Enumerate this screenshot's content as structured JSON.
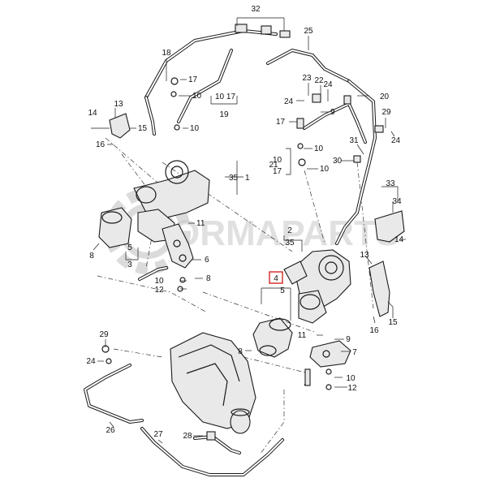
{
  "watermark": {
    "text": "ORMAPARTS"
  },
  "callouts": {
    "c32": "32",
    "c25": "25",
    "c18": "18",
    "c17a": "17",
    "c10a": "10",
    "c10_17": "10  17",
    "c19": "19",
    "c14a": "14",
    "c13a": "13",
    "c15a": "15",
    "c16a": "16",
    "c10b": "10",
    "c23": "23",
    "c22": "22",
    "c24a": "24",
    "c24b": "24",
    "c9a": "9",
    "c20": "20",
    "c29a": "29",
    "c24c": "24",
    "c17b": "17",
    "c10c": "10",
    "c21": "21",
    "c10d": "10",
    "c17c": "17",
    "c10e": "10",
    "c31": "31",
    "c30": "30",
    "c35a": "35",
    "c1": "1",
    "c11a": "11",
    "c2": "2",
    "c35b": "35",
    "c33": "33",
    "c34": "34",
    "c14b": "14",
    "c8a": "8",
    "c5a": "5",
    "c3": "3",
    "c6": "6",
    "c10f": "10",
    "c12a": "12",
    "c8b": "8",
    "c4": "4",
    "c5b": "5",
    "c13b": "13",
    "c16b": "16",
    "c15b": "15",
    "c11b": "11",
    "c9b": "9",
    "c8c": "8",
    "c7": "7",
    "c10g": "10",
    "c12b": "12",
    "c29b": "29",
    "c24d": "24",
    "c26": "26",
    "c27": "27",
    "c28": "28"
  },
  "colors": {
    "line": "#1a1a1a",
    "highlight_box": "#cc0000",
    "watermark": "#c8c8c8"
  }
}
